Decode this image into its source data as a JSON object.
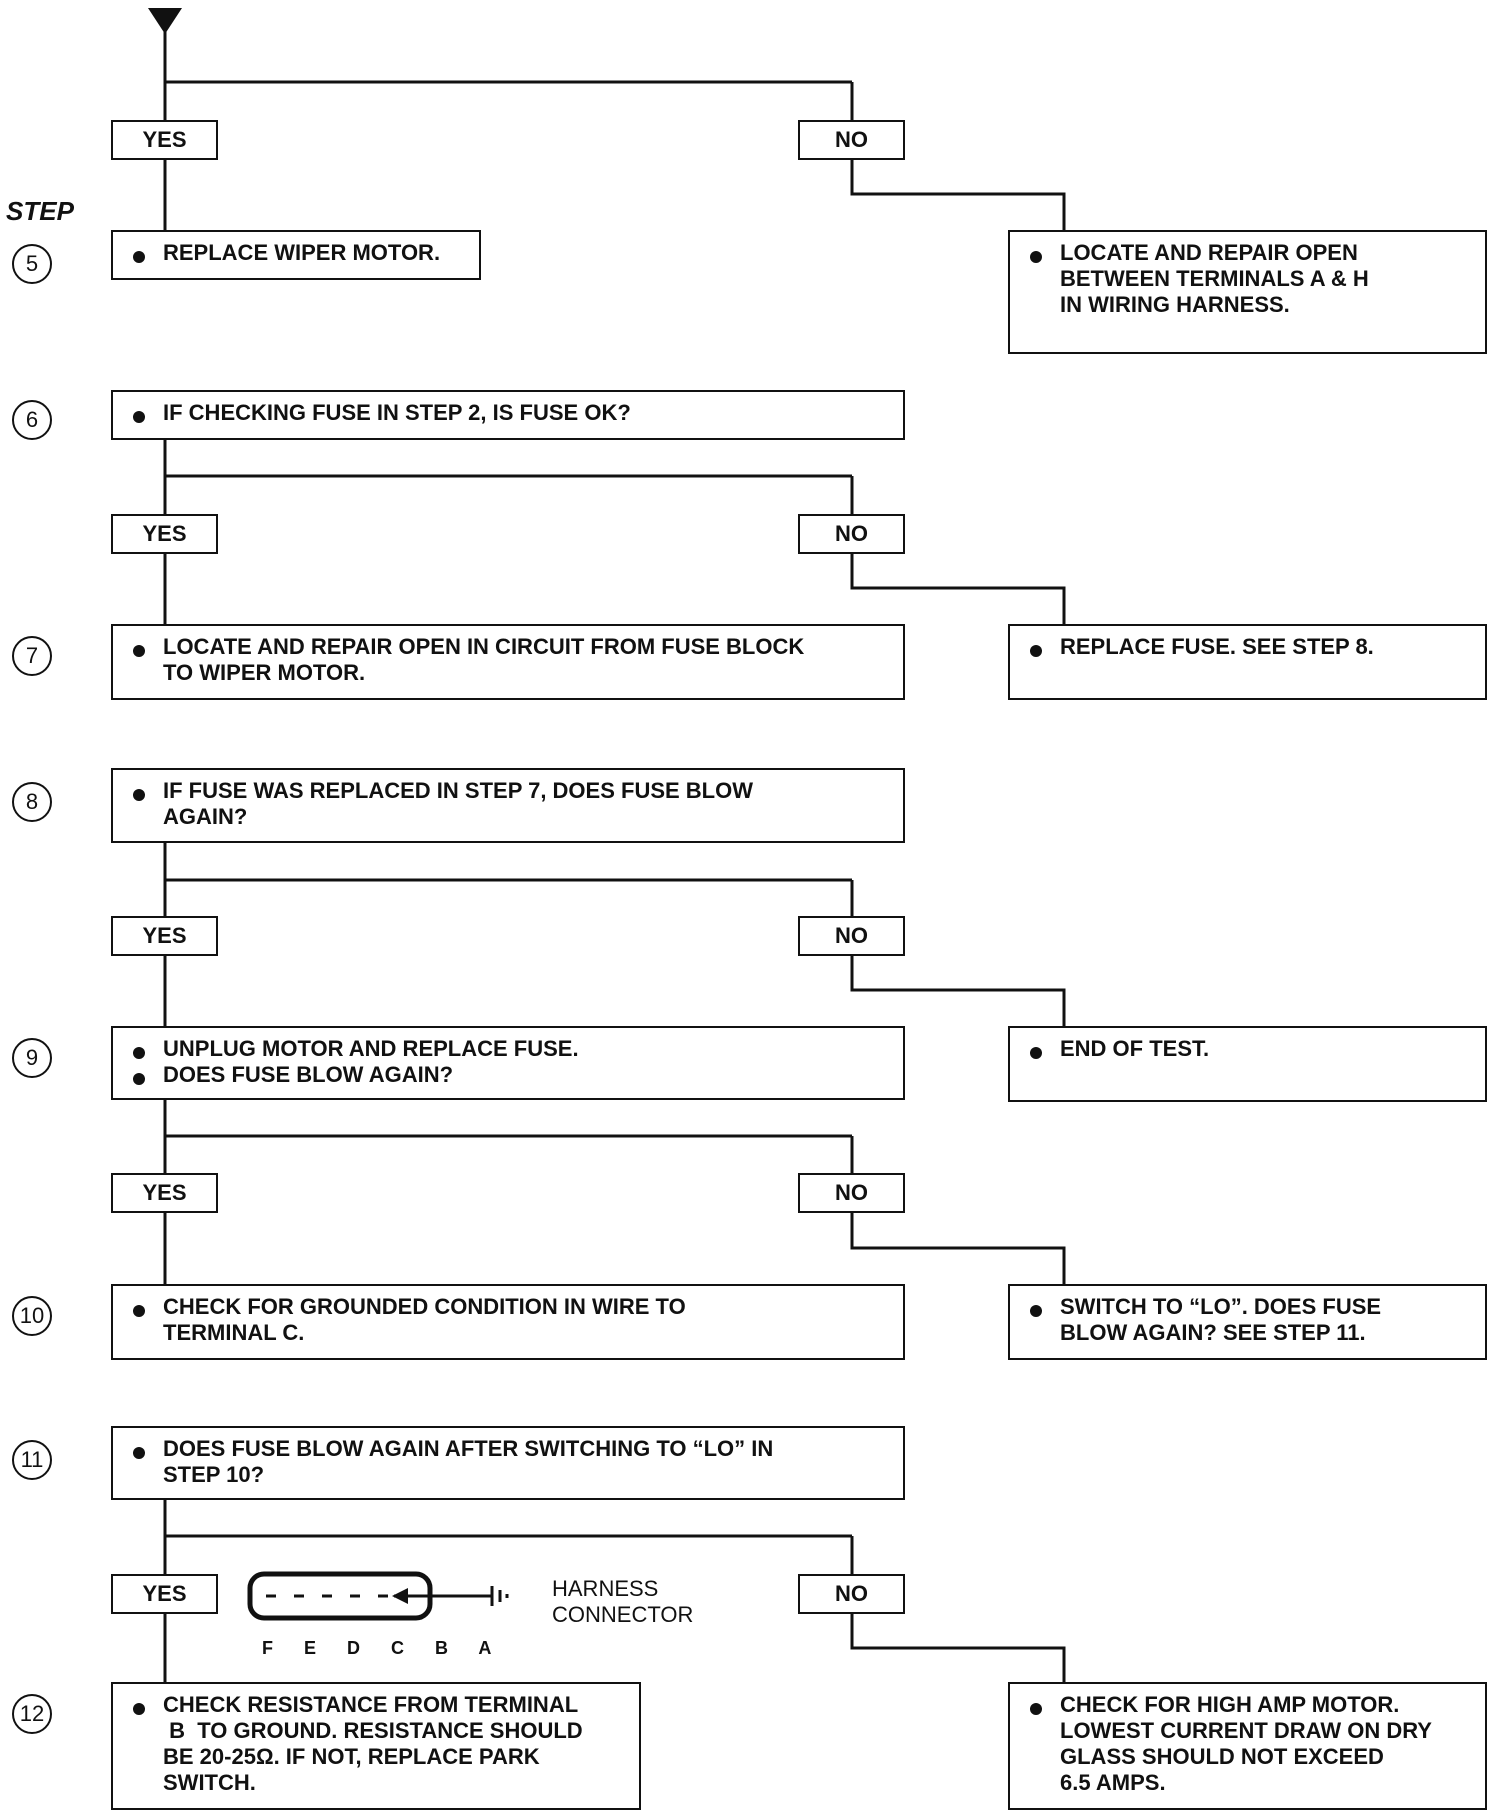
{
  "step_label": "STEP",
  "yes_label": "YES",
  "no_label": "NO",
  "steps": {
    "s5": {
      "num": "5",
      "yes_lines": [
        "REPLACE WIPER MOTOR."
      ],
      "no_lines": [
        "LOCATE AND REPAIR OPEN",
        "BETWEEN TERMINALS  A & H",
        "IN WIRING HARNESS."
      ]
    },
    "s6": {
      "num": "6",
      "lines": [
        "IF CHECKING FUSE IN STEP 2, IS FUSE OK?"
      ]
    },
    "s7": {
      "num": "7",
      "yes_lines": [
        "LOCATE AND REPAIR OPEN IN CIRCUIT FROM FUSE BLOCK",
        "TO WIPER MOTOR."
      ],
      "no_lines": [
        "REPLACE FUSE. SEE STEP 8."
      ]
    },
    "s8": {
      "num": "8",
      "lines": [
        "IF FUSE WAS REPLACED IN STEP 7, DOES FUSE BLOW",
        "AGAIN?"
      ]
    },
    "s9": {
      "num": "9",
      "yes_lines": [
        "UNPLUG MOTOR AND REPLACE FUSE.",
        "DOES FUSE BLOW AGAIN?"
      ],
      "no_lines": [
        "END OF TEST."
      ]
    },
    "s10": {
      "num": "10",
      "yes_lines": [
        "CHECK FOR GROUNDED CONDITION IN WIRE TO",
        "TERMINAL  C."
      ],
      "no_lines": [
        "SWITCH TO “LO”. DOES FUSE",
        "BLOW AGAIN? SEE STEP 11."
      ]
    },
    "s11": {
      "num": "11",
      "lines": [
        "DOES FUSE BLOW AGAIN AFTER SWITCHING TO “LO” IN",
        "STEP 10?"
      ]
    },
    "s12": {
      "num": "12",
      "yes_lines": [
        "CHECK RESISTANCE FROM TERMINAL",
        " B  TO GROUND. RESISTANCE SHOULD",
        "BE 20-25Ω. IF NOT, REPLACE PARK",
        "SWITCH."
      ],
      "no_lines": [
        "CHECK FOR HIGH AMP MOTOR.",
        "LOWEST CURRENT DRAW ON DRY",
        "GLASS SHOULD NOT EXCEED",
        "6.5 AMPS."
      ]
    }
  },
  "connector": {
    "label_line1": "HARNESS",
    "label_line2": "CONNECTOR",
    "pins": "F E D C B A"
  }
}
